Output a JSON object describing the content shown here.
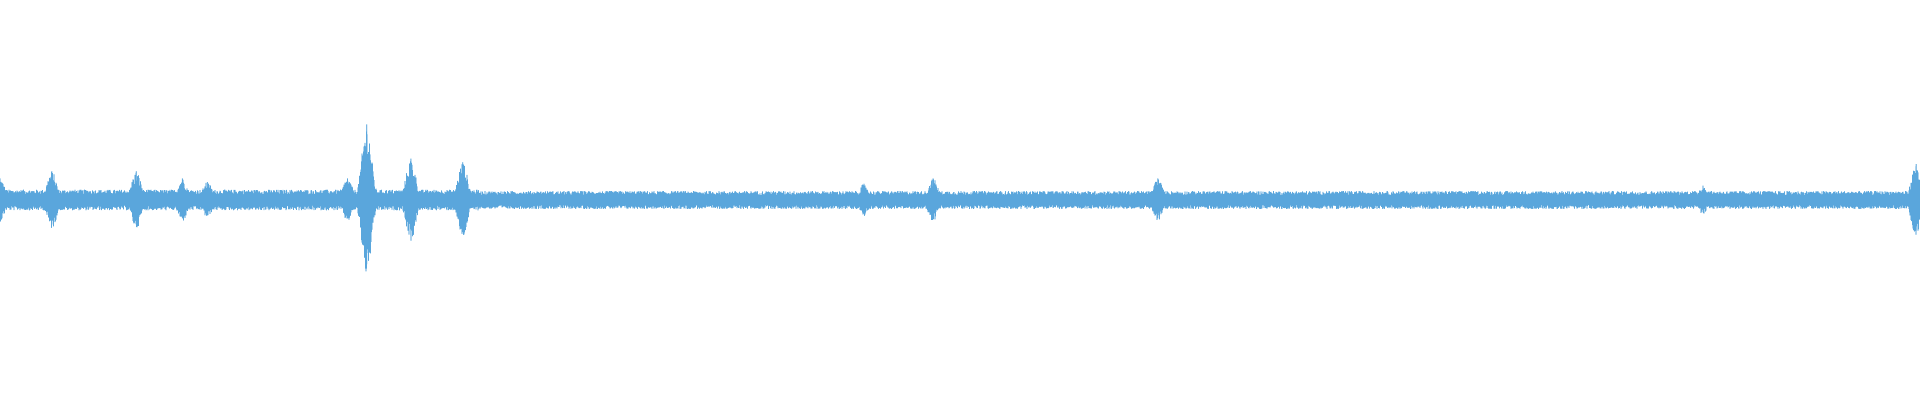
{
  "chart_data": {
    "type": "area",
    "title": "",
    "xlabel": "",
    "ylabel": "",
    "grid": false,
    "legend": "none",
    "color": "#5aa6dc",
    "baseline_amplitude": 0.05,
    "ylim": [
      -1,
      1
    ],
    "bursts": [
      {
        "x": 0.0,
        "amplitude": 0.12
      },
      {
        "x": 0.027,
        "amplitude": 0.16
      },
      {
        "x": 0.071,
        "amplitude": 0.16
      },
      {
        "x": 0.095,
        "amplitude": 0.12
      },
      {
        "x": 0.108,
        "amplitude": 0.1
      },
      {
        "x": 0.181,
        "amplitude": 0.12
      },
      {
        "x": 0.191,
        "amplitude": 0.42
      },
      {
        "x": 0.214,
        "amplitude": 0.23
      },
      {
        "x": 0.241,
        "amplitude": 0.21
      },
      {
        "x": 0.45,
        "amplitude": 0.09
      },
      {
        "x": 0.486,
        "amplitude": 0.12
      },
      {
        "x": 0.603,
        "amplitude": 0.12
      },
      {
        "x": 0.887,
        "amplitude": 0.08
      },
      {
        "x": 0.998,
        "amplitude": 0.2
      }
    ]
  }
}
